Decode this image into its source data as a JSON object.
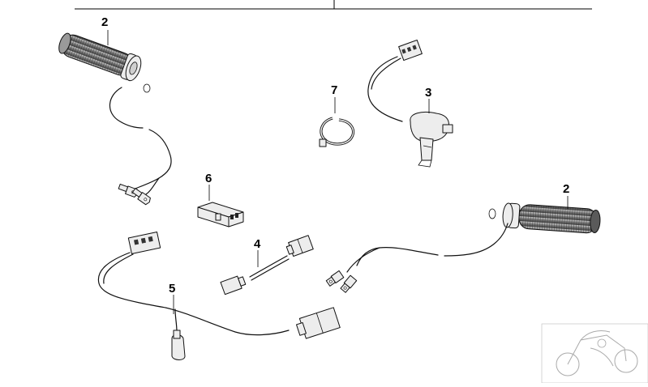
{
  "callouts": [
    {
      "number": "2",
      "part": "left-heated-grip"
    },
    {
      "number": "7",
      "part": "hose-clamp"
    },
    {
      "number": "3",
      "part": "heated-grip-switch"
    },
    {
      "number": "6",
      "part": "connector-housing"
    },
    {
      "number": "2",
      "part": "right-heated-grip"
    },
    {
      "number": "4",
      "part": "adapter-lead"
    },
    {
      "number": "5",
      "part": "wiring-harness"
    }
  ],
  "colors": {
    "background": "#ffffff",
    "line": "#111111",
    "part_fill": "#ededed",
    "grip_fill": "#8a8a8a"
  },
  "icons": [
    "motorcycle-thumbnail-icon"
  ]
}
